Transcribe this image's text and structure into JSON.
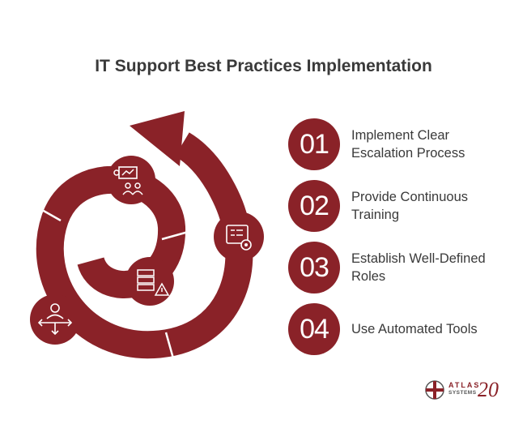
{
  "title": "IT Support Best Practices Implementation",
  "colors": {
    "primary": "#8a2228",
    "text": "#3a3a3a",
    "background": "#ffffff"
  },
  "steps": [
    {
      "number": "01",
      "label": "Implement Clear Escalation Process",
      "icon": "flowchart-icon"
    },
    {
      "number": "02",
      "label": "Provide Continuous Training",
      "icon": "team-training-icon"
    },
    {
      "number": "03",
      "label": "Establish Well-Defined Roles",
      "icon": "person-roles-icon"
    },
    {
      "number": "04",
      "label": "Use Automated Tools",
      "icon": "server-alert-icon"
    }
  ],
  "logo": {
    "line1": "ATLAS",
    "line2": "SYSTEMS",
    "anniversary": "20"
  }
}
